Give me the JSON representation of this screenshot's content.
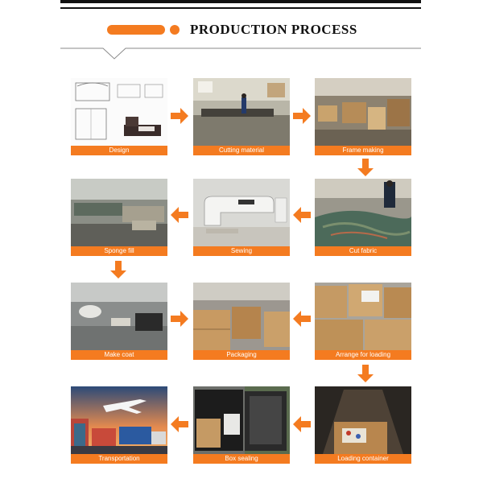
{
  "header": {
    "title": "PRODUCTION PROCESS",
    "accent_color": "#f47b20"
  },
  "steps": [
    {
      "label": "Design"
    },
    {
      "label": "Cutting material"
    },
    {
      "label": "Frame making"
    },
    {
      "label": "Cut fabric"
    },
    {
      "label": "Sewing"
    },
    {
      "label": "Sponge fill"
    },
    {
      "label": "Make coat"
    },
    {
      "label": "Packaging"
    },
    {
      "label": "Arrange for loading"
    },
    {
      "label": "Loading container"
    },
    {
      "label": "Box sealing"
    },
    {
      "label": "Transportation"
    }
  ]
}
